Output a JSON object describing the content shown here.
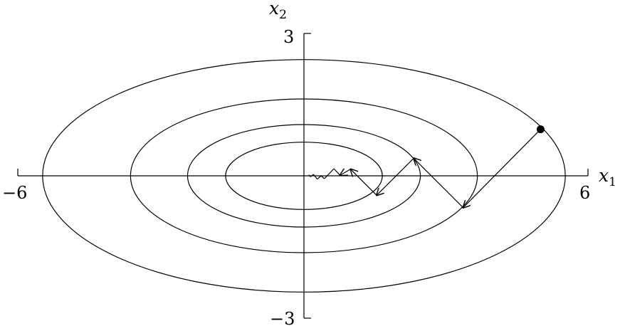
{
  "axes": {
    "x_label": "x",
    "x_sub": "1",
    "y_label": "x",
    "y_sub": "2",
    "x_min_label": "−6",
    "x_max_label": "6",
    "y_max_label": "3",
    "y_min_label": "−3",
    "x_range": [
      -6,
      6
    ],
    "y_range": [
      -3,
      3
    ]
  },
  "contours": [
    {
      "a": 5.5,
      "b": 2.45
    },
    {
      "a": 3.65,
      "b": 1.62
    },
    {
      "a": 2.45,
      "b": 1.08
    },
    {
      "a": 1.65,
      "b": 0.71
    }
  ],
  "path": [
    [
      4.98,
      0.98
    ],
    [
      3.35,
      -0.67
    ],
    [
      2.31,
      0.37
    ],
    [
      1.53,
      -0.41
    ],
    [
      0.98,
      0.14
    ],
    [
      0.76,
      0.01
    ],
    [
      0.63,
      0.15
    ],
    [
      0.43,
      -0.06
    ],
    [
      0.36,
      0.0
    ],
    [
      0.28,
      -0.07
    ],
    [
      0.2,
      0.03
    ],
    [
      0.14,
      -0.02
    ],
    [
      0.1,
      0.02
    ]
  ],
  "arrow_segments": [
    0,
    1,
    2,
    3,
    4
  ],
  "start_point": [
    4.98,
    0.98
  ],
  "colors": {
    "line": "#000000",
    "background": "#ffffff"
  }
}
